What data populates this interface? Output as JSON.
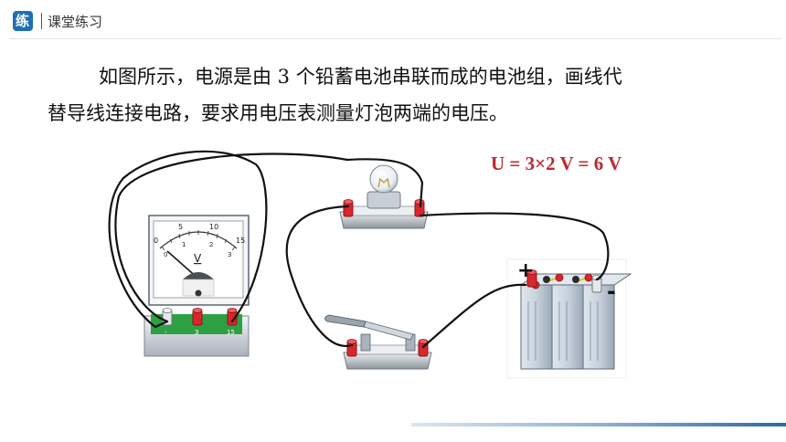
{
  "header": {
    "logo_glyph": "练",
    "section_title": "课堂练习"
  },
  "question": {
    "line1": "如图所示，电源是由 3 个铅蓄电池串联而成的电池组，画线代",
    "line2": "替导线连接电路，要求用电压表测量灯泡两端的电压。"
  },
  "answer": {
    "formula": "U = 3×2 V = 6 V"
  },
  "voltmeter": {
    "scale_top": [
      "0",
      "5",
      "10",
      "15"
    ],
    "scale_bottom": [
      "0",
      "1",
      "2",
      "3"
    ],
    "unit": "V",
    "terminals": [
      "-",
      "3",
      "15"
    ]
  },
  "battery": {
    "plus": "+",
    "minus": "-"
  },
  "colors": {
    "accent": "#1f6fb5",
    "answer": "#c0282d",
    "terminal": "#d9262c",
    "wire": "#111111"
  }
}
